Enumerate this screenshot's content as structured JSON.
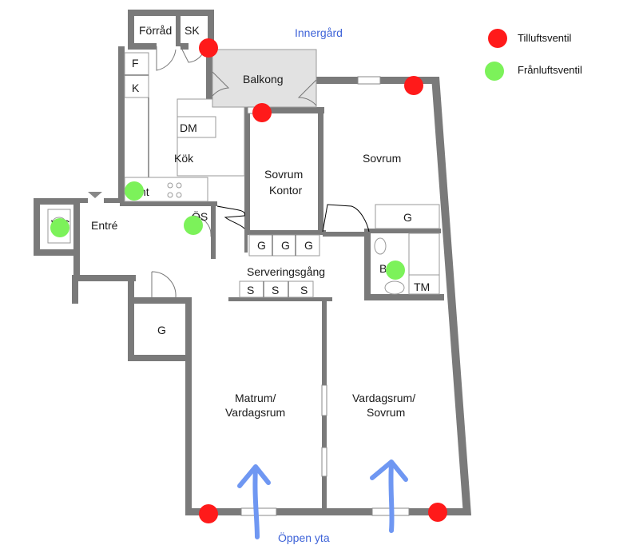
{
  "legend": {
    "supply": {
      "label": "Tilluftsventil",
      "color": "#ff1a1a"
    },
    "exhaust": {
      "label": "Frånluftsventil",
      "color": "#7cf25a"
    }
  },
  "orientation": {
    "courtyard": "Innergård",
    "open_area": "Öppen yta"
  },
  "rooms": {
    "forrad": "Förråd",
    "sk": "SK",
    "balkong": "Balkong",
    "f": "F",
    "k": "K",
    "dm": "DM",
    "kok": "Kök",
    "sovrum_kontor_1": "Sovrum",
    "sovrum_kontor_2": "Kontor",
    "sovrum": "Sovrum",
    "wc": "WC",
    "entre": "Entré",
    "os": "ÖS",
    "g_closets": [
      "G",
      "G",
      "G"
    ],
    "serveringsgang": "Serveringsgång",
    "s_cabinets": [
      "S",
      "S",
      "S"
    ],
    "g_hall": "G",
    "g_bath": "G",
    "b": "B",
    "tm": "TM",
    "matrum_1": "Matrum/",
    "matrum_2": "Vardagsrum",
    "vardagsrum_1": "Vardagsrum/",
    "vardagsrum_2": "Sovrum",
    "kitchen_unit": "nt"
  }
}
